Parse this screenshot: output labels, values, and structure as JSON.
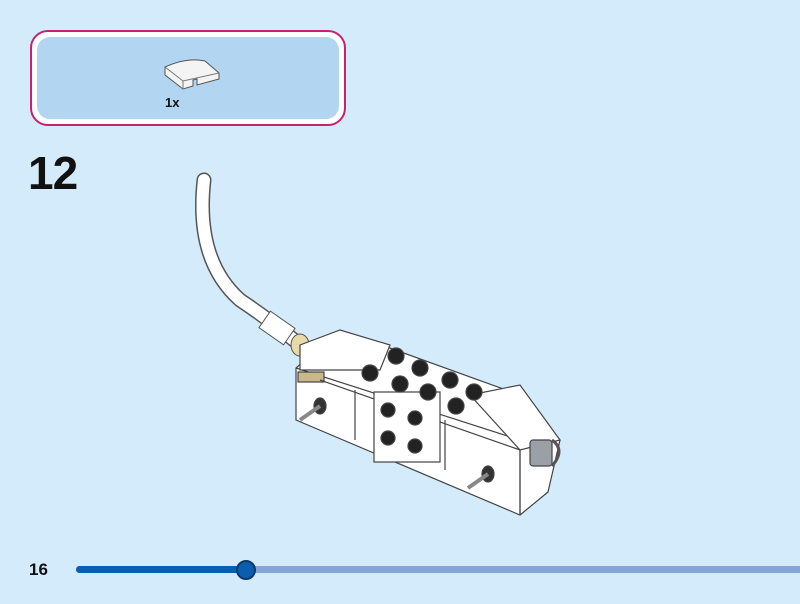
{
  "parts_list": {
    "items": [
      {
        "icon": "curved-slope-brick-icon",
        "color": "white",
        "quantity": "1x"
      }
    ]
  },
  "step": {
    "number": "12"
  },
  "footer": {
    "page_number": "16",
    "progress": 0.233
  },
  "colors": {
    "background": "#d4ebfb",
    "parts_border": "#c8206e",
    "parts_fill": "#b2d6f2",
    "progress_fill": "#0a5eaf",
    "progress_track": "#85a6d6"
  }
}
